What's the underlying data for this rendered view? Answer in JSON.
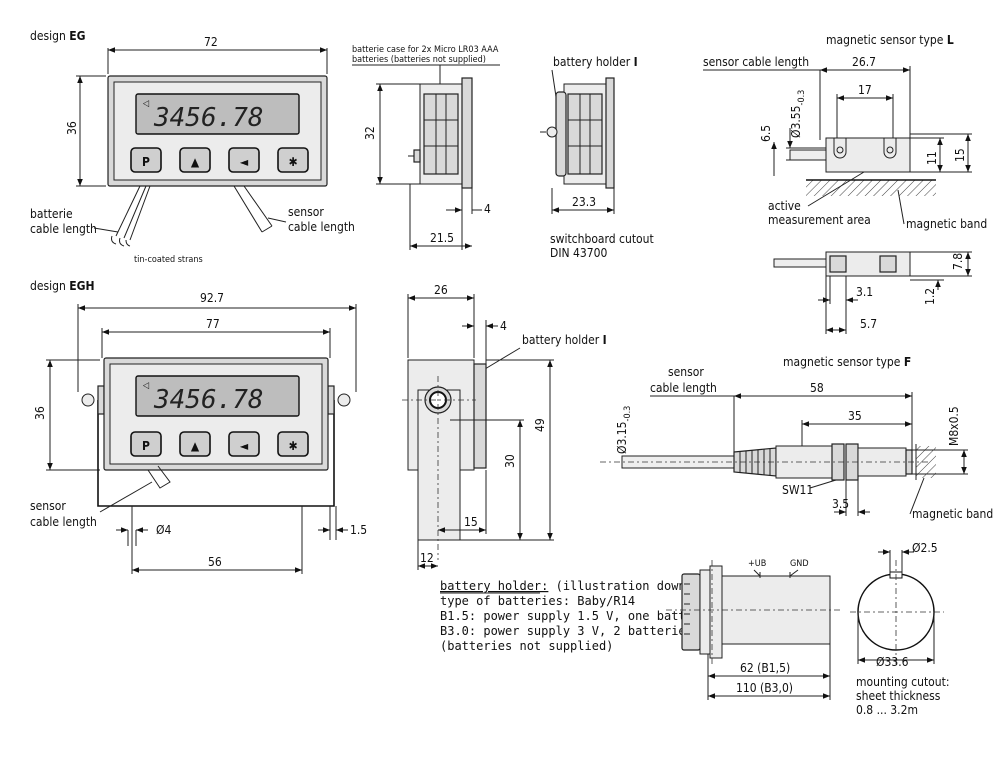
{
  "eg": {
    "title_prefix": "design ",
    "title_suffix": "EG",
    "width": "72",
    "height": "36",
    "display": "3456.78",
    "display_indicator": "◁",
    "keys": [
      "P",
      "▲",
      "◄",
      "✱"
    ],
    "battery_label": "batterie",
    "battery_label_2": "cable length",
    "strand_note": "tin-coated strans",
    "sensor_label": "sensor",
    "sensor_label_2": "cable length"
  },
  "eg_side": {
    "note_line1": "batterie case for 2x Micro LR03 AAA",
    "note_line2": "batteries (batteries not supplied)",
    "height": "32",
    "depth_small": "4",
    "depth": "21.5"
  },
  "holder_I": {
    "title_prefix": "battery holder ",
    "title_suffix": "I",
    "depth": "23.3",
    "cutout_line1": "switchboard cutout",
    "cutout_line2": "DIN 43700"
  },
  "sensor_L": {
    "title_prefix": "magnetic sensor type ",
    "title_suffix": "L",
    "cable_label": "sensor cable length",
    "width": "26.7",
    "inner": "17",
    "diameter": "3.55",
    "diameter_tol": "-0.3",
    "d_symbol": "Ø",
    "h1": "6.5",
    "h2": "11",
    "h3": "15",
    "active_line1": "active",
    "active_line2": "measurement area",
    "band": "magnetic band",
    "h4": "7.8",
    "w1": "3.1",
    "h5": "1.2",
    "w2": "5.7"
  },
  "egh": {
    "title_prefix": "design ",
    "title_suffix": "EGH",
    "overall": "92.7",
    "width": "77",
    "height": "36",
    "display": "3456.78",
    "display_indicator": "◁",
    "keys": [
      "P",
      "▲",
      "◄",
      "✱"
    ],
    "sensor_label": "sensor",
    "sensor_label_2": "cable length",
    "hole": "4",
    "spacing": "56",
    "thickness": "1.5"
  },
  "egh_side": {
    "width": "26",
    "small": "4",
    "holder_label_prefix": "battery holder ",
    "holder_label_suffix": "I",
    "height": "49",
    "height_inner": "30",
    "depth": "15",
    "bottom": "12"
  },
  "sensor_F": {
    "title_prefix": "magnetic sensor type ",
    "title_suffix": "F",
    "cable_label_1": "sensor",
    "cable_label_2": "cable length",
    "length": "58",
    "body": "35",
    "diameter": "3.15",
    "diameter_tol": "-0.3",
    "thread": "M8x0.5",
    "wrench": "SW11",
    "tip": "3.5",
    "band": "magnetic band"
  },
  "battery_holder": {
    "heading": "battery holder:",
    "heading_note": " (illustration downsized)",
    "line1": "type of batteries: Baby/R14",
    "line2": "B1.5: power supply 1.5 V, one battery",
    "line3": "B3.0: power supply 3 V, 2 batteries",
    "line4": "(batteries not supplied)",
    "plus": "+UB",
    "gnd": "GND",
    "len1": "62 (B1,5)",
    "len2": "110 (B3,0)",
    "small_d": "2.5",
    "large_d": "33.6",
    "cutout_line1": "mounting cutout:",
    "cutout_line2": "sheet thickness",
    "cutout_line3": "0.8 ... 3.2m"
  }
}
